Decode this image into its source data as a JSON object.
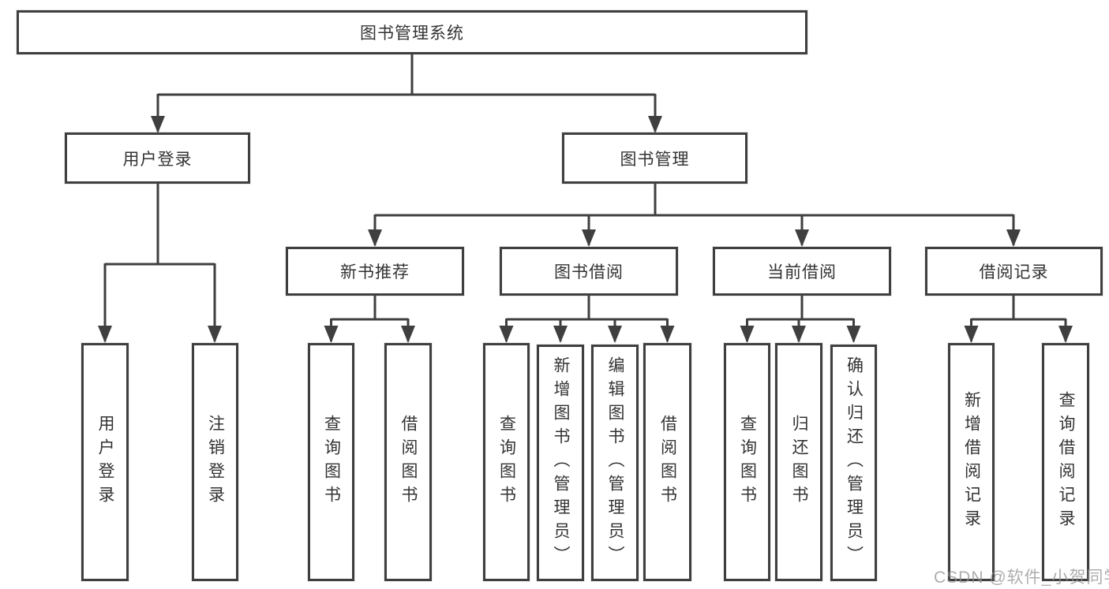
{
  "diagram_title": "图书管理系统",
  "watermark": "CSDN @软件_小贺同学",
  "colors": {
    "line": "#3f3f3f",
    "box_border": "#3f3f3f",
    "text": "#333333",
    "background": "#ffffff",
    "watermark": "#919191"
  },
  "tree": {
    "root": "图书管理系统",
    "branches": [
      {
        "label": "用户登录",
        "children": [
          "用户登录",
          "注销登录"
        ]
      },
      {
        "label": "图书管理",
        "groups": [
          {
            "label": "新书推荐",
            "children": [
              "查询图书",
              "借阅图书"
            ]
          },
          {
            "label": "图书借阅",
            "children": [
              "查询图书",
              "新增图书（管理员）",
              "编辑图书（管理员）",
              "借阅图书"
            ]
          },
          {
            "label": "当前借阅",
            "children": [
              "查询图书",
              "归还图书",
              "确认归还（管理员）"
            ]
          },
          {
            "label": "借阅记录",
            "children": [
              "新增借阅记录",
              "查询借阅记录"
            ]
          }
        ]
      }
    ]
  }
}
